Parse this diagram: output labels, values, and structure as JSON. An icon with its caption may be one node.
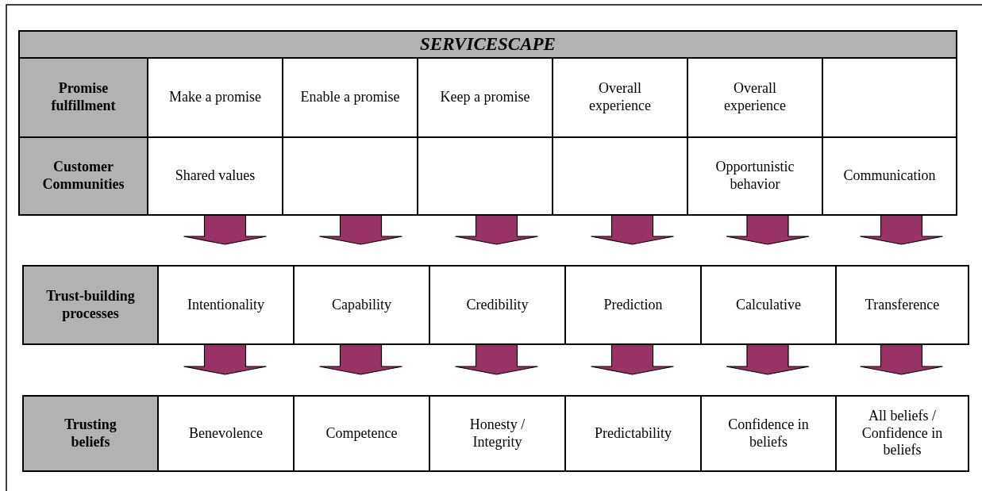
{
  "diagram": {
    "nodes": [
      {
        "text": [
          "SERVICESCAPE"
        ]
      },
      {
        "text": [
          "Promise fulfillment"
        ]
      },
      {
        "text": [
          "Make a promise"
        ]
      },
      {
        "text": [
          "Enable a promise"
        ]
      },
      {
        "text": [
          "Keep a promise"
        ]
      },
      {
        "text": [
          "Overall experience"
        ]
      },
      {
        "text": [
          "Overall experience"
        ]
      },
      {
        "text": [],
        "shape": "box"
      },
      {
        "text": [
          "Customer Communities"
        ]
      },
      {
        "text": [
          "Shared values"
        ]
      },
      {
        "text": [],
        "shape": "box"
      },
      {
        "text": [],
        "shape": "box"
      },
      {
        "text": [],
        "shape": "box"
      },
      {
        "text": [
          "Opportunistic behavior"
        ]
      },
      {
        "text": [
          "Communication"
        ]
      },
      {
        "text": [
          "Trust-building processes"
        ]
      },
      {
        "text": [
          "Intentionality"
        ]
      },
      {
        "text": [
          "Capability"
        ]
      },
      {
        "text": [
          "Credibility"
        ]
      },
      {
        "text": [
          "Prediction"
        ]
      },
      {
        "text": [
          "Calculative"
        ]
      },
      {
        "text": [
          "Transference"
        ]
      },
      {
        "text": [
          "Trusting beliefs"
        ]
      },
      {
        "text": [
          "Benevolence"
        ]
      },
      {
        "text": [
          "Competence"
        ]
      },
      {
        "text": [
          "Honesty / Integrity"
        ]
      },
      {
        "text": [
          "Predictability"
        ]
      },
      {
        "text": [
          "Confidence in beliefs"
        ]
      },
      {
        "text": [
          "All beliefs / Confidence in beliefs"
        ]
      }
    ],
    "edges": [
      {
        "from": 9,
        "to": 16,
        "arrow": "to"
      },
      {
        "from": 10,
        "to": 17,
        "arrow": "to"
      },
      {
        "from": 11,
        "to": 18,
        "arrow": "to"
      },
      {
        "from": 12,
        "to": 19,
        "arrow": "to"
      },
      {
        "from": 13,
        "to": 20,
        "arrow": "to"
      },
      {
        "from": 14,
        "to": 21,
        "arrow": "to"
      },
      {
        "from": 16,
        "to": 23,
        "arrow": "to"
      },
      {
        "from": 17,
        "to": 24,
        "arrow": "to"
      },
      {
        "from": 18,
        "to": 25,
        "arrow": "to"
      },
      {
        "from": 19,
        "to": 26,
        "arrow": "to"
      },
      {
        "from": 20,
        "to": 27,
        "arrow": "to"
      },
      {
        "from": 21,
        "to": 28,
        "arrow": "to"
      }
    ]
  }
}
